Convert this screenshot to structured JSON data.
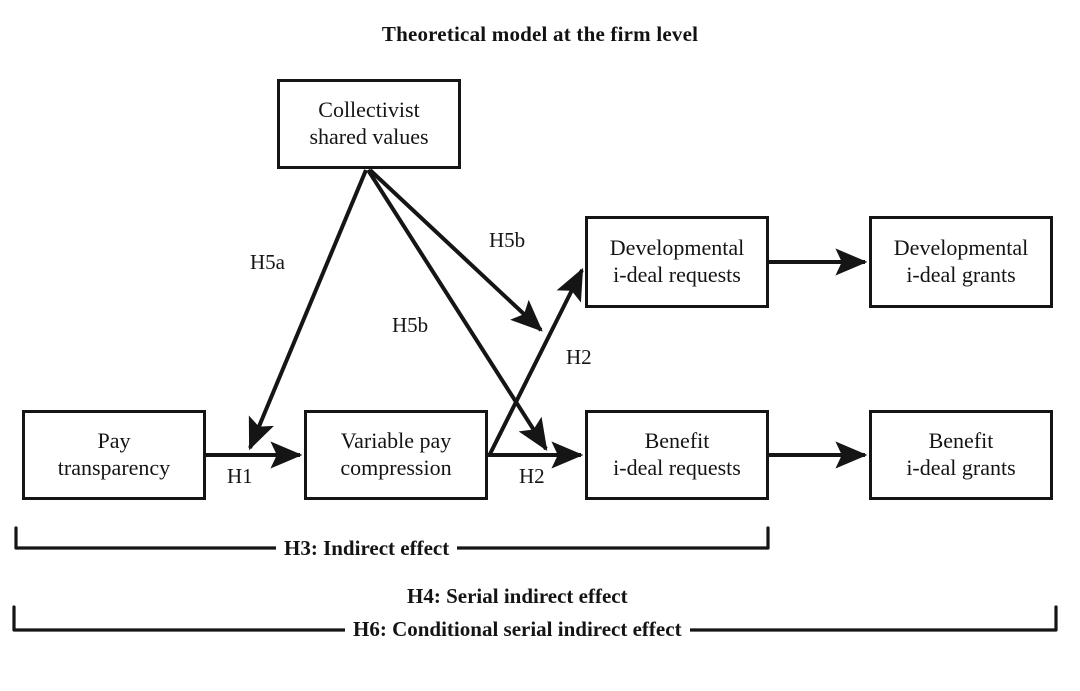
{
  "diagram": {
    "title": "Theoretical model at the firm level",
    "type": "conceptual-path-model",
    "nodes": [
      {
        "id": "collectivist",
        "label": "Collectivist\nshared values"
      },
      {
        "id": "pay_transparency",
        "label": "Pay\ntransparency"
      },
      {
        "id": "variable_pay_compression",
        "label": "Variable pay\ncompression"
      },
      {
        "id": "benefit_requests",
        "label": "Benefit\ni-deal requests"
      },
      {
        "id": "benefit_grants",
        "label": "Benefit\ni-deal grants"
      },
      {
        "id": "developmental_requests",
        "label": "Developmental\ni-deal requests"
      },
      {
        "id": "developmental_grants",
        "label": "Developmental\ni-deal grants"
      }
    ],
    "edge_labels": [
      {
        "id": "h5a",
        "text": "H5a"
      },
      {
        "id": "h5b_upper",
        "text": "H5b"
      },
      {
        "id": "h5b_lower",
        "text": "H5b"
      },
      {
        "id": "h2_upper",
        "text": "H2"
      },
      {
        "id": "h1",
        "text": "H1"
      },
      {
        "id": "h2_lower",
        "text": "H2"
      }
    ],
    "brackets": [
      {
        "id": "h3",
        "text": "H3: Indirect effect"
      },
      {
        "id": "h4",
        "text": "H4: Serial indirect effect"
      },
      {
        "id": "h6",
        "text": "H6: Conditional serial indirect effect"
      }
    ],
    "colors": {
      "stroke": "#151515",
      "text": "#141414",
      "background": "#ffffff"
    }
  }
}
